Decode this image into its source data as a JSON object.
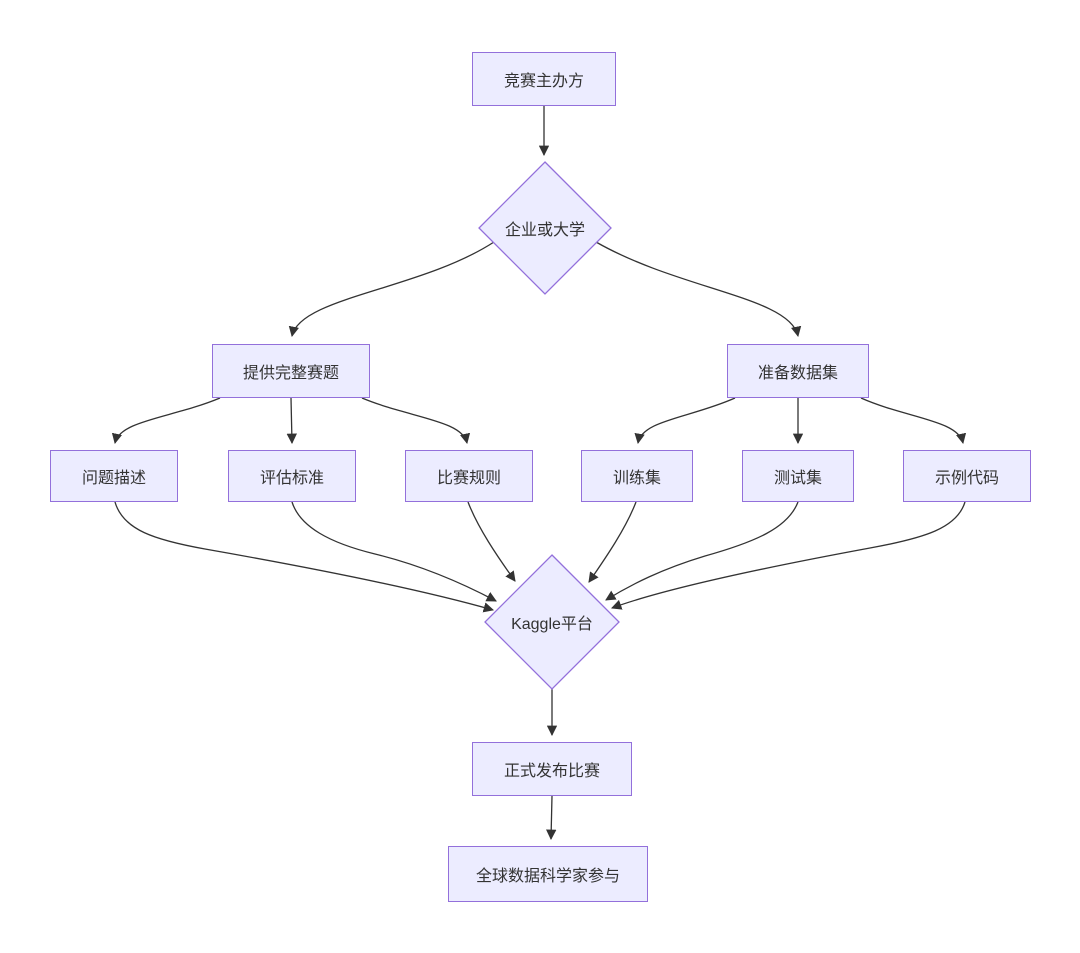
{
  "diagram": {
    "type": "flowchart",
    "direction": "top-down",
    "title": "Kaggle competition hosting flow",
    "background_color": "#ffffff",
    "node_fill_color": "#ECECFF",
    "node_border_color": "#9370DB",
    "edge_color": "#333333",
    "text_color": "#333333"
  },
  "nodes": {
    "host": {
      "label": "竞赛主办方",
      "shape": "rect"
    },
    "org_type": {
      "label": "企业或大学",
      "shape": "diamond"
    },
    "topic": {
      "label": "提供完整赛题",
      "shape": "rect"
    },
    "dataset": {
      "label": "准备数据集",
      "shape": "rect"
    },
    "problem_desc": {
      "label": "问题描述",
      "shape": "rect"
    },
    "eval_criteria": {
      "label": "评估标准",
      "shape": "rect"
    },
    "rules": {
      "label": "比赛规则",
      "shape": "rect"
    },
    "train_set": {
      "label": "训练集",
      "shape": "rect"
    },
    "test_set": {
      "label": "测试集",
      "shape": "rect"
    },
    "sample_code": {
      "label": "示例代码",
      "shape": "rect"
    },
    "kaggle": {
      "label": "Kaggle平台",
      "shape": "diamond"
    },
    "publish": {
      "label": "正式发布比赛",
      "shape": "rect"
    },
    "participants": {
      "label": "全球数据科学家参与",
      "shape": "rect"
    }
  },
  "edges": [
    {
      "from": "竞赛主办方",
      "to": "企业或大学"
    },
    {
      "from": "企业或大学",
      "to": "提供完整赛题"
    },
    {
      "from": "企业或大学",
      "to": "准备数据集"
    },
    {
      "from": "提供完整赛题",
      "to": "问题描述"
    },
    {
      "from": "提供完整赛题",
      "to": "评估标准"
    },
    {
      "from": "提供完整赛题",
      "to": "比赛规则"
    },
    {
      "from": "准备数据集",
      "to": "训练集"
    },
    {
      "from": "准备数据集",
      "to": "测试集"
    },
    {
      "from": "准备数据集",
      "to": "示例代码"
    },
    {
      "from": "问题描述",
      "to": "Kaggle平台"
    },
    {
      "from": "评估标准",
      "to": "Kaggle平台"
    },
    {
      "from": "比赛规则",
      "to": "Kaggle平台"
    },
    {
      "from": "训练集",
      "to": "Kaggle平台"
    },
    {
      "from": "测试集",
      "to": "Kaggle平台"
    },
    {
      "from": "示例代码",
      "to": "Kaggle平台"
    },
    {
      "from": "Kaggle平台",
      "to": "正式发布比赛"
    },
    {
      "from": "正式发布比赛",
      "to": "全球数据科学家参与"
    }
  ]
}
